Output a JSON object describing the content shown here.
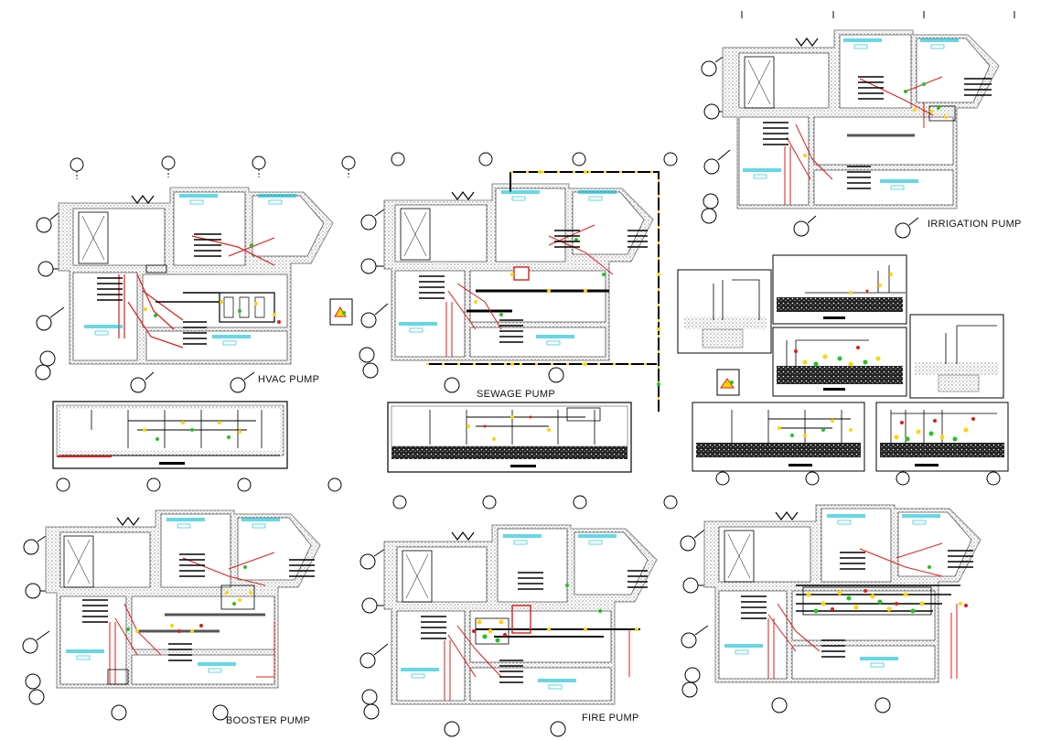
{
  "labels": {
    "hvac": "HVAC PUMP",
    "sewage": "SEWAGE PUMP",
    "irrigation": "IRRIGATION PUMP",
    "booster": "BOOSTER PUMP",
    "fire": "FIRE PUMP"
  },
  "colors": {
    "wall": "#a9a9a9",
    "line": "#000000",
    "pipe_yellow": "#ffd400",
    "pipe_red": "#e01b1b",
    "pipe_green": "#22c322",
    "tank_text": "#00bcd4",
    "background": "#ffffff"
  }
}
